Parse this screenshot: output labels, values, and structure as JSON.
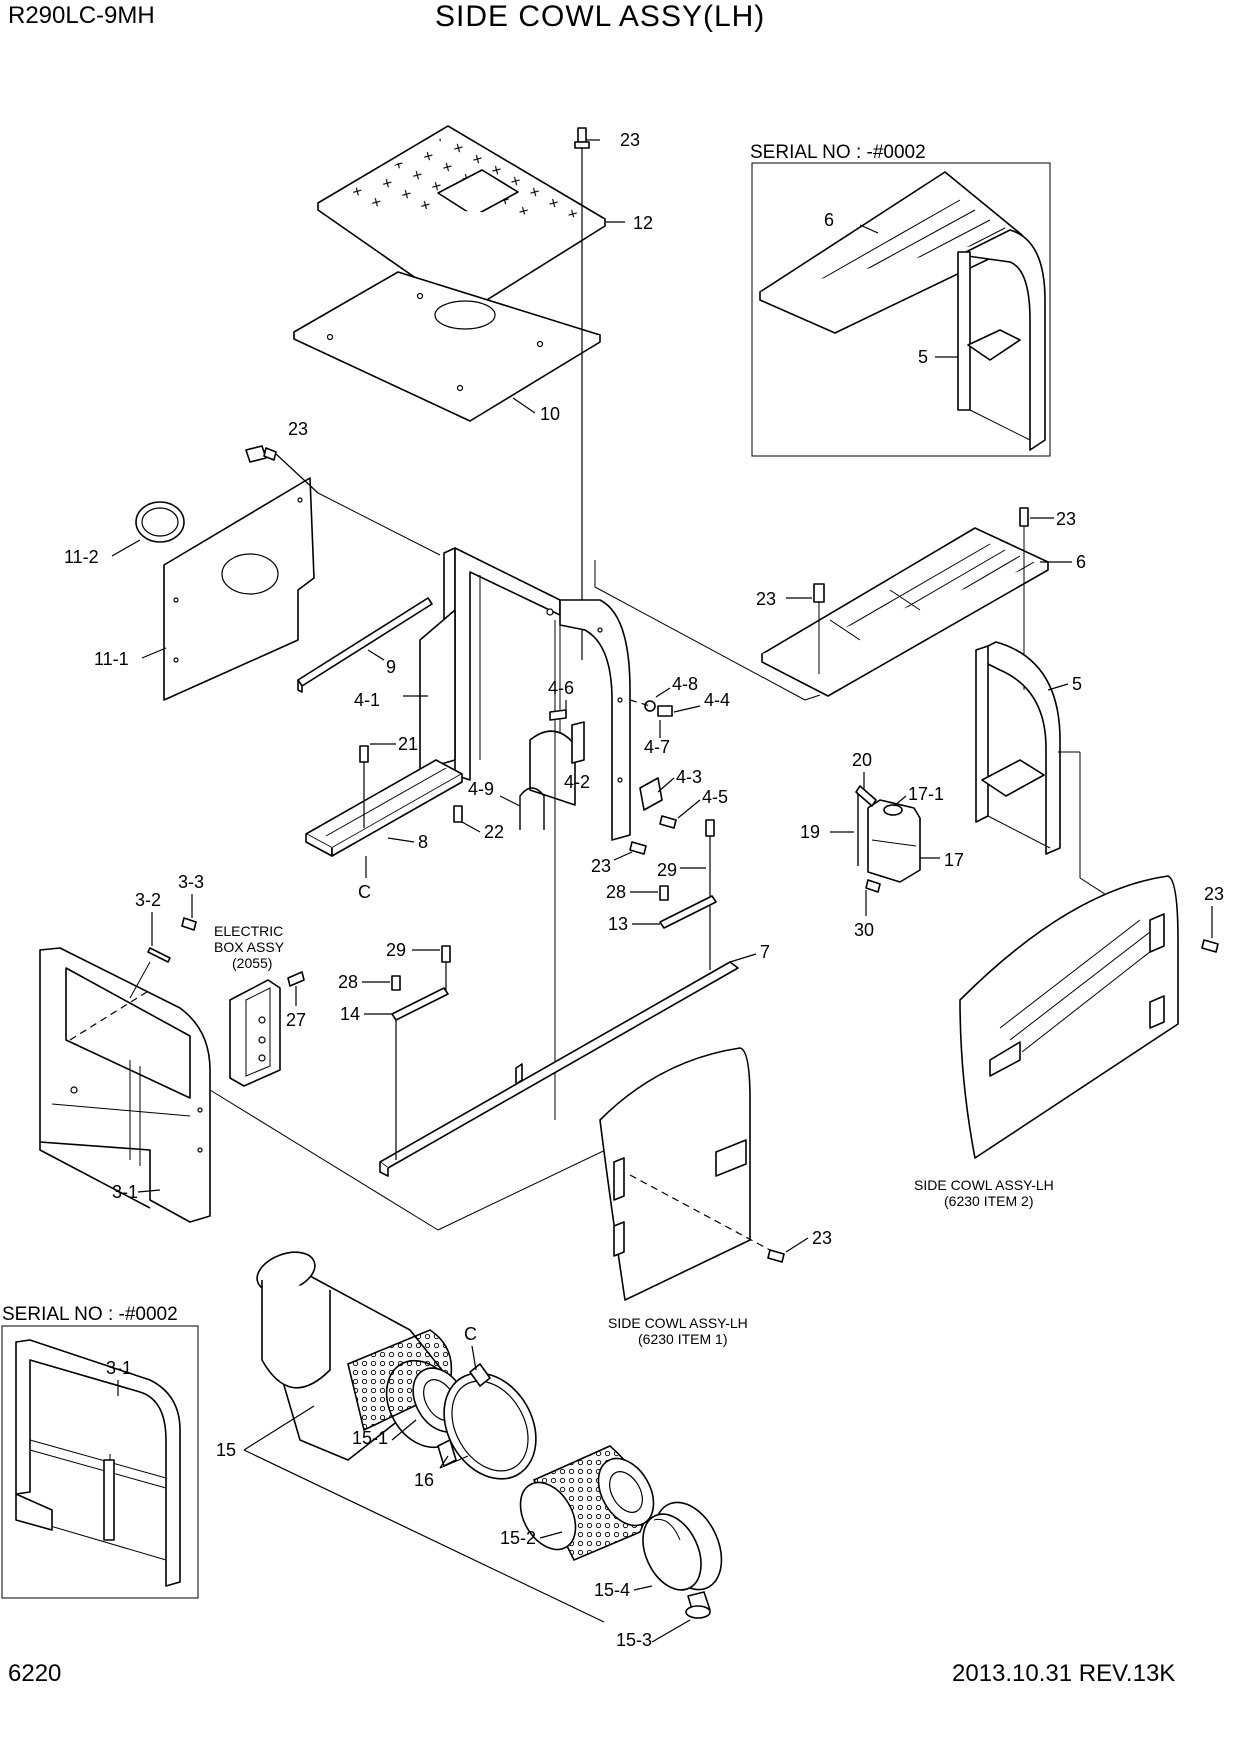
{
  "header": {
    "model": "R290LC-9MH",
    "title": "SIDE COWL ASSY(LH)"
  },
  "footer": {
    "page_number": "6220",
    "revision": "2013.10.31  REV.13K"
  },
  "insets": {
    "top_right_serial": "SERIAL NO : -#0002",
    "bottom_left_serial": "SERIAL NO : -#0002"
  },
  "notes": {
    "electric_box": [
      "ELECTRIC",
      "BOX ASSY",
      "(2055)"
    ],
    "side_cowl_1": [
      "SIDE COWL ASSY-LH",
      "(6230 ITEM 1)"
    ],
    "side_cowl_2": [
      "SIDE COWL ASSY-LH",
      "(6230 ITEM 2)"
    ]
  },
  "callouts": {
    "c23_top": "23",
    "c12": "12",
    "c10": "10",
    "c23_left": "23",
    "c11_2": "11-2",
    "c11_1": "11-1",
    "c9": "9",
    "c4_1": "4-1",
    "c4_6": "4-6",
    "c4_8": "4-8",
    "c4_4": "4-4",
    "c4_7": "4-7",
    "c4_2": "4-2",
    "c4_3": "4-3",
    "c4_5": "4-5",
    "c21": "21",
    "c4_9": "4-9",
    "c22": "22",
    "c8": "8",
    "cC_left": "C",
    "c23_mid": "23",
    "c29_mid": "29",
    "c28_mid": "28",
    "c13": "13",
    "c7": "7",
    "c3_3": "3-3",
    "c3_2": "3-2",
    "c29_left": "29",
    "c28_left": "28",
    "c14": "14",
    "c27": "27",
    "c3_1": "3-1",
    "c6_inset": "6",
    "c5_inset": "5",
    "c23_r1": "23",
    "c6": "6",
    "c23_r2": "23",
    "c5": "5",
    "c20": "20",
    "c17_1": "17-1",
    "c19": "19",
    "c17": "17",
    "c30": "30",
    "c23_far_right": "23",
    "c23_door": "23",
    "c3_1_inset": "3-1",
    "cC_filter": "C",
    "c15": "15",
    "c15_1": "15-1",
    "c16": "16",
    "c15_2": "15-2",
    "c15_4": "15-4",
    "c15_3": "15-3"
  }
}
